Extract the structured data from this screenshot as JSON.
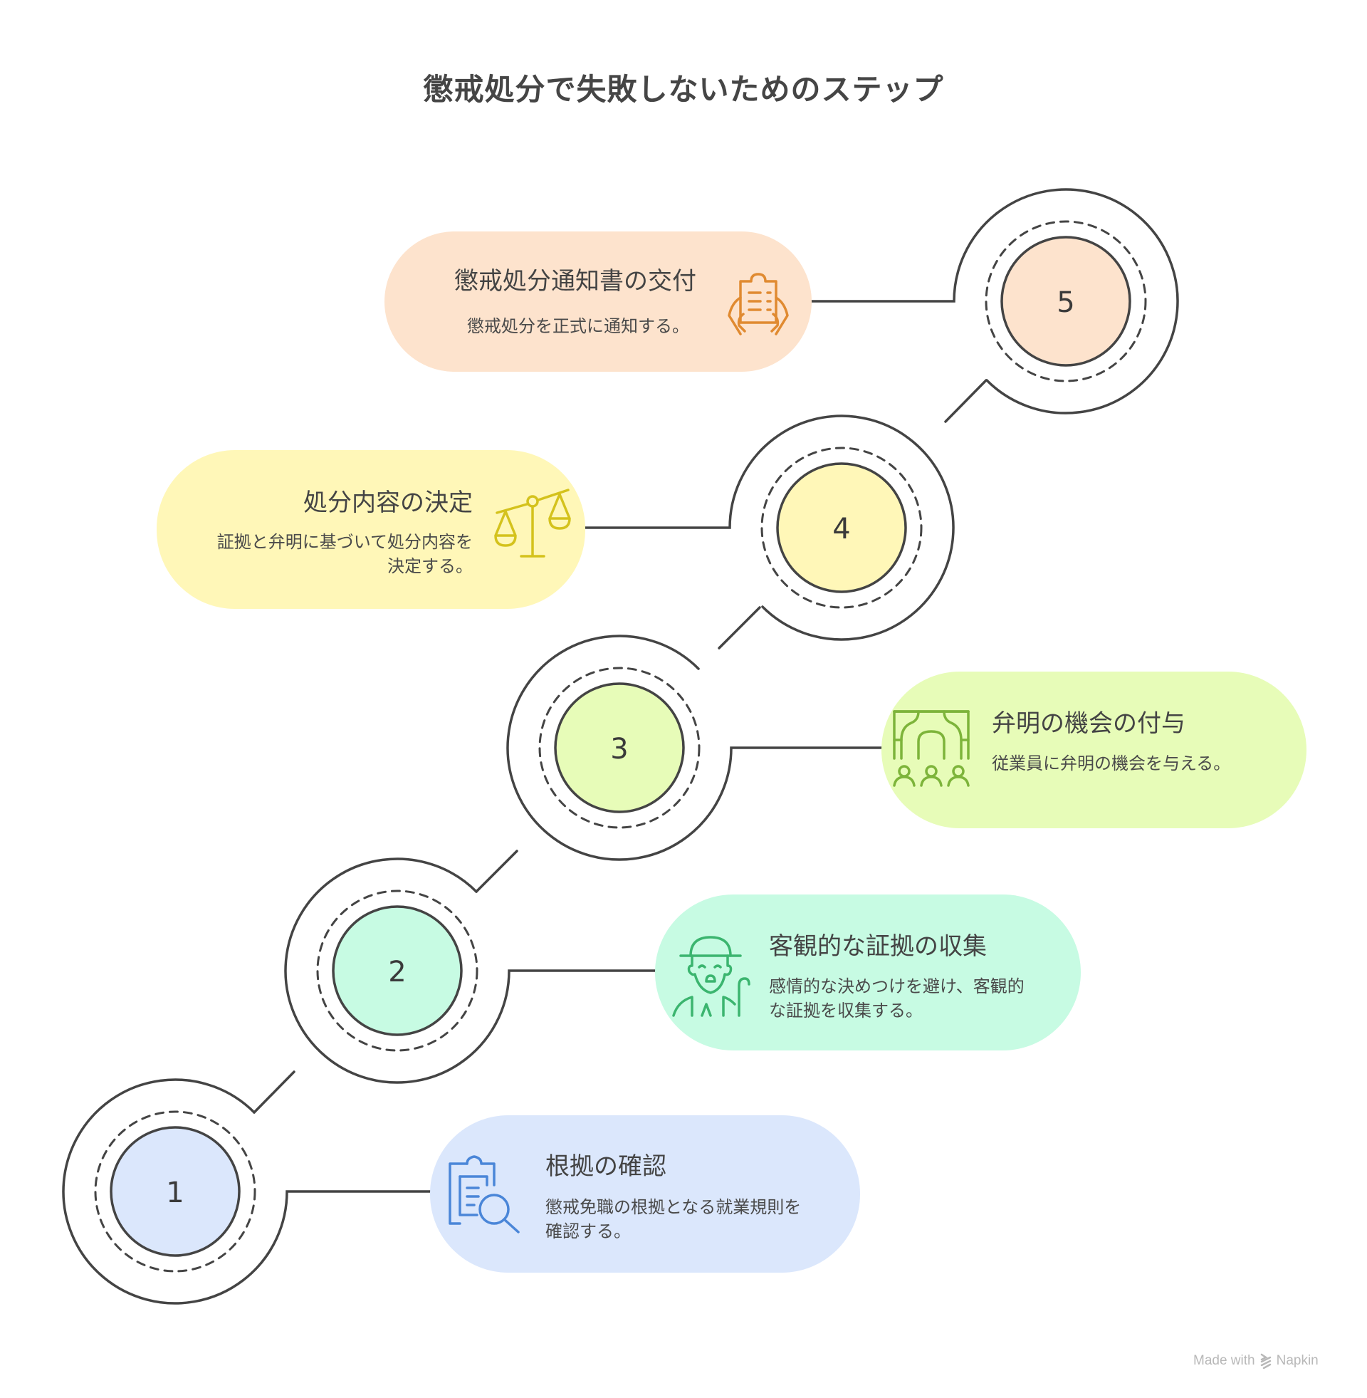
{
  "title": "懲戒処分で失敗しないためのステップ",
  "steps": [
    {
      "number": "1",
      "title": "根拠の確認",
      "description": "懲戒免職の根拠となる就業規則を確認する。",
      "icon": "clipboard-search-icon",
      "fill": "#dbe7fc",
      "accent": "#4a86d8"
    },
    {
      "number": "2",
      "title": "客観的な証拠の収集",
      "description": "感情的な決めつけを避け、客観的な証拠を収集する。",
      "icon": "old-man-with-cane-icon",
      "fill": "#c7fbe3",
      "accent": "#3bb56f"
    },
    {
      "number": "3",
      "title": "弁明の機会の付与",
      "description": "従業員に弁明の機会を与える。",
      "icon": "audience-stage-icon",
      "fill": "#e7fcb8",
      "accent": "#7db43a"
    },
    {
      "number": "4",
      "title": "処分内容の決定",
      "description": "証拠と弁明に基づいて処分内容を決定する。",
      "icon": "balance-scale-icon",
      "fill": "#fff7b8",
      "accent": "#d4c21c"
    },
    {
      "number": "5",
      "title": "懲戒処分通知書の交付",
      "description": "懲戒処分を正式に通知する。",
      "icon": "hands-holding-document-icon",
      "fill": "#fde3cd",
      "accent": "#e08a30"
    }
  ],
  "footer": {
    "made_with": "Made with",
    "brand": "Napkin",
    "icon": "napkin-logo-icon"
  },
  "colors": {
    "line": "#444444",
    "text": "#454545"
  }
}
